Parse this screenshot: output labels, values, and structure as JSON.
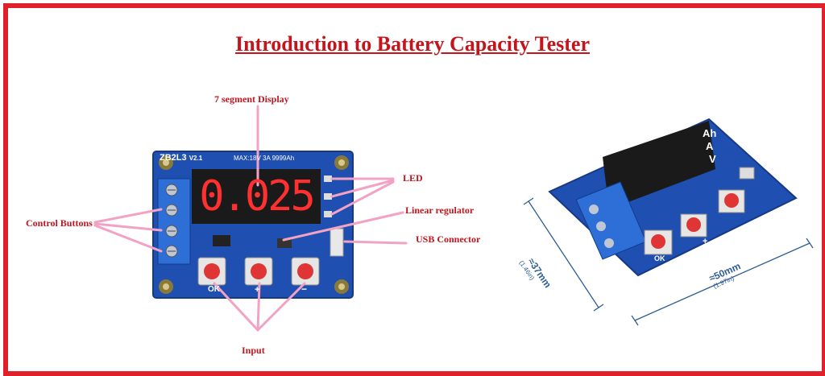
{
  "title": "Introduction to Battery Capacity Tester",
  "labels": {
    "display": "7 segment Display",
    "led": "LED",
    "regulator": "Linear regulator",
    "usb": "USB Connector",
    "control": "Control Buttons",
    "input": "Input"
  },
  "board_left": {
    "model": "ZB2L3",
    "version": "V2.1",
    "rating": "MAX:18V 3A 9999Ah",
    "display_value": "0.025",
    "button_labels": [
      "OK",
      "+",
      "−"
    ]
  },
  "board_right": {
    "units": [
      "Ah",
      "A",
      "V"
    ],
    "dim_height": "≈37mm",
    "dim_height_in": "(1.46in)",
    "dim_width": "≈50mm",
    "dim_width_in": "(1.97in)",
    "button_labels": [
      "OK",
      "+"
    ]
  },
  "colors": {
    "frame": "#e0202a",
    "label_text": "#c4151c",
    "pcb": "#1f4fb0",
    "arrow": "#f2a3c4"
  }
}
